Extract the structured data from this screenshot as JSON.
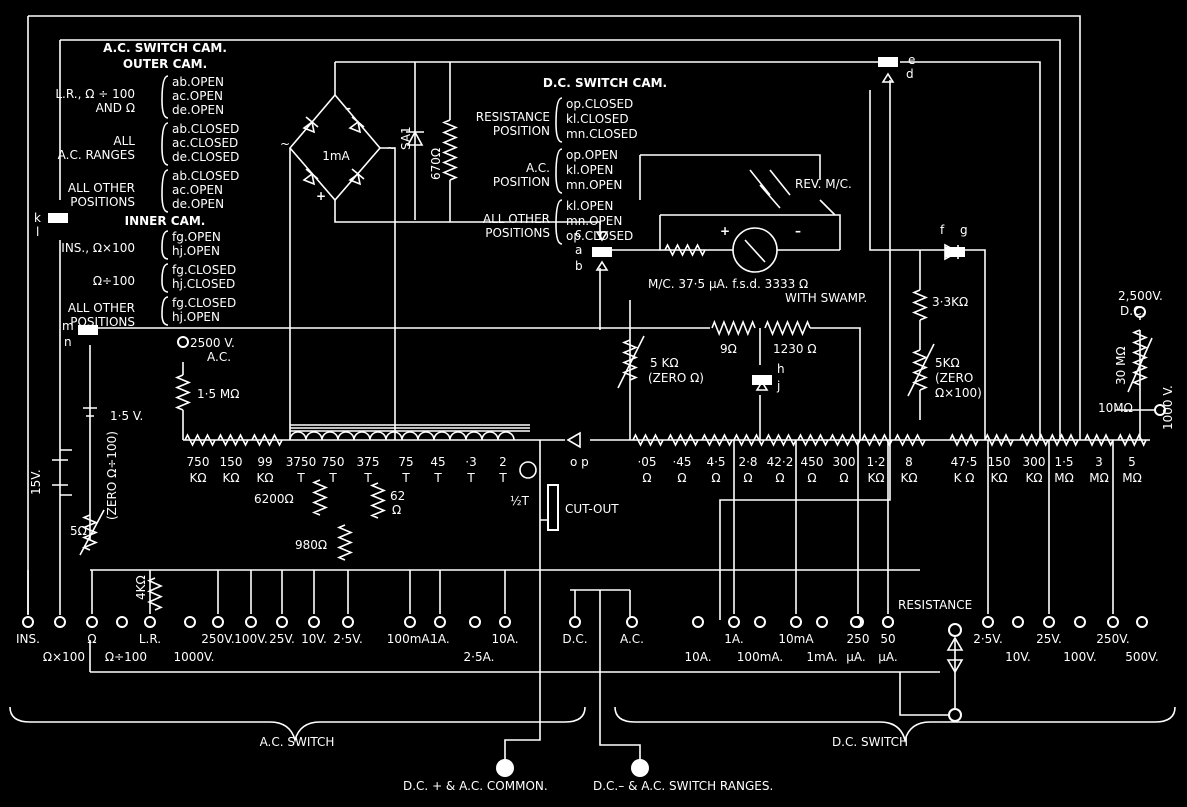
{
  "ac_cam": {
    "title": "A.C. SWITCH CAM.",
    "outer_title": "OUTER CAM.",
    "rows": [
      {
        "label1": "L.R., Ω ÷ 100",
        "label2": "AND Ω",
        "items": [
          "ab.OPEN",
          "ac.OPEN",
          "de.OPEN"
        ]
      },
      {
        "label1": "ALL",
        "label2": "A.C. RANGES",
        "items": [
          "ab.CLOSED",
          "ac.CLOSED",
          "de.CLOSED"
        ]
      },
      {
        "label1": "ALL OTHER",
        "label2": "POSITIONS",
        "items": [
          "ab.CLOSED",
          "ac.OPEN",
          "de.OPEN"
        ]
      }
    ],
    "inner_title": "INNER CAM.",
    "inner_rows": [
      {
        "label1": "INS., Ω×100",
        "label2": "",
        "items": [
          "fg.OPEN",
          "hj.OPEN"
        ]
      },
      {
        "label1": "Ω÷100",
        "label2": "",
        "items": [
          "fg.CLOSED",
          "hj.CLOSED"
        ]
      },
      {
        "label1": "ALL OTHER",
        "label2": "POSITIONS",
        "items": [
          "fg.CLOSED",
          "hj.OPEN"
        ]
      }
    ]
  },
  "dc_cam": {
    "title": "D.C. SWITCH CAM.",
    "rows": [
      {
        "label1": "RESISTANCE",
        "label2": "POSITION",
        "items": [
          "op.CLOSED",
          "kl.CLOSED",
          "mn.CLOSED"
        ]
      },
      {
        "label1": "A.C.",
        "label2": "POSITION",
        "items": [
          "op.OPEN",
          "kl.OPEN",
          "mn.OPEN"
        ]
      },
      {
        "label1": "ALL OTHER",
        "label2": "POSITIONS",
        "items": [
          "kl.OPEN",
          "mn.OPEN",
          "op.CLOSED"
        ]
      }
    ]
  },
  "components": {
    "bridge": "1mA",
    "sa1": "SA1",
    "r670": "670Ω",
    "rev_mc": "REV. M/C.",
    "meter": "M/C. 37·5 μA. f.s.d. 3333 Ω",
    "swamp": "WITH SWAMP.",
    "zero_pot": "5 KΩ",
    "zero_pot2": "(ZERO Ω)",
    "r9": "9Ω",
    "r1230": "1230 Ω",
    "r33k": "3·3KΩ",
    "zero100_a": "5KΩ",
    "zero100_b": "(ZERO",
    "zero100_c": "Ω×100)",
    "v2500ac": "2500 V.",
    "ac_label": "A.C.",
    "r15m": "1·5 MΩ",
    "batt15": "1·5 V.",
    "batt15v": "15V.",
    "pot5": "5Ω",
    "pot5_note": "(ZERO Ω÷100)",
    "r4k": "4KΩ",
    "r6200": "6200Ω",
    "r980": "980Ω",
    "r62a": "62",
    "r62b": "Ω",
    "half_t": "½T",
    "cutout": "CUT-OUT",
    "op": "o  p",
    "dc2500a": "2,500V.",
    "dc2500b": "D.C.",
    "r30m": "30 MΩ",
    "r10m": "10MΩ",
    "v1000": "1000 V.",
    "resistance": "RESISTANCE"
  },
  "cam_letters": {
    "e": "e",
    "d": "d",
    "c": "c",
    "a": "a",
    "b": "b",
    "f": "f",
    "g": "g",
    "h": "h",
    "j": "j",
    "k": "k",
    "l": "l",
    "m": "m",
    "n": "n"
  },
  "chain": {
    "ac": [
      {
        "l1": "750",
        "l2": "KΩ"
      },
      {
        "l1": "150",
        "l2": "KΩ"
      },
      {
        "l1": "99",
        "l2": "KΩ"
      },
      {
        "l1": "3750",
        "l2": "T"
      },
      {
        "l1": "750",
        "l2": "T"
      },
      {
        "l1": "375",
        "l2": "T"
      },
      {
        "l1": "75",
        "l2": "T"
      },
      {
        "l1": "45",
        "l2": "T"
      },
      {
        "l1": "·3",
        "l2": "T"
      },
      {
        "l1": "2",
        "l2": "T"
      }
    ],
    "dc": [
      {
        "l1": "·05",
        "l2": "Ω"
      },
      {
        "l1": "·45",
        "l2": "Ω"
      },
      {
        "l1": "4·5",
        "l2": "Ω"
      },
      {
        "l1": "2·8",
        "l2": "Ω"
      },
      {
        "l1": "42·2",
        "l2": "Ω"
      },
      {
        "l1": "450",
        "l2": "Ω"
      },
      {
        "l1": "300",
        "l2": "Ω"
      },
      {
        "l1": "1·2",
        "l2": "KΩ"
      },
      {
        "l1": "8",
        "l2": "KΩ"
      }
    ],
    "hv": [
      {
        "l1": "47·5",
        "l2": "K Ω"
      },
      {
        "l1": "150",
        "l2": "KΩ"
      },
      {
        "l1": "300",
        "l2": "KΩ"
      },
      {
        "l1": "1·5",
        "l2": "MΩ"
      },
      {
        "l1": "3",
        "l2": "MΩ"
      },
      {
        "l1": "5",
        "l2": "MΩ"
      }
    ]
  },
  "terminals": {
    "ac_top": [
      "INS.",
      "Ω",
      "L.R.",
      "250V.",
      "100V.",
      "25V.",
      "10V.",
      "2·5V.",
      "100mA.",
      "1A.",
      "10A."
    ],
    "ac_bot": [
      "Ω×100",
      "Ω÷100",
      "1000V.",
      "2·5A."
    ],
    "mid": [
      "D.C.",
      "A.C."
    ],
    "dc_top": [
      "1A.",
      "10mA",
      "250",
      "50",
      "2·5V.",
      "25V.",
      "250V."
    ],
    "dc_bot": [
      "10A.",
      "100mA.",
      "1mA.",
      "μA.",
      "μA.",
      "10V.",
      "100V.",
      "500V."
    ]
  },
  "switch_labels": {
    "ac": "A.C. SWITCH",
    "dc": "D.C. SWITCH"
  },
  "sockets": {
    "left": "D.C. + & A.C. COMMON.",
    "right": "D.C.– & A.C. SWITCH  RANGES."
  }
}
